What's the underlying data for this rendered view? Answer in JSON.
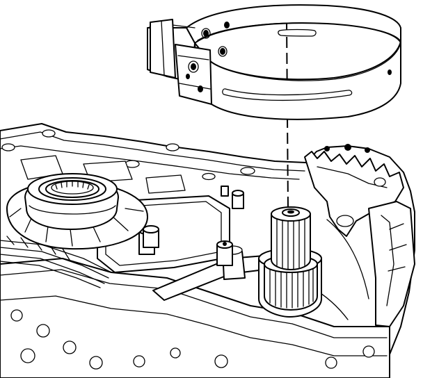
{
  "figure": {
    "title": "",
    "colors": {
      "ink": "#000000",
      "paper": "#ffffff"
    },
    "parts": [
      {
        "id": "servo-band",
        "icon": "servo-band-icon"
      },
      {
        "id": "transmission-case",
        "icon": "transmission-case-icon"
      },
      {
        "id": "input-shaft-splines",
        "icon": "splined-shaft-icon"
      },
      {
        "id": "seal-housing",
        "icon": "seal-housing-icon"
      },
      {
        "id": "alignment-centerline",
        "icon": "dashed-centerline-icon"
      }
    ]
  }
}
